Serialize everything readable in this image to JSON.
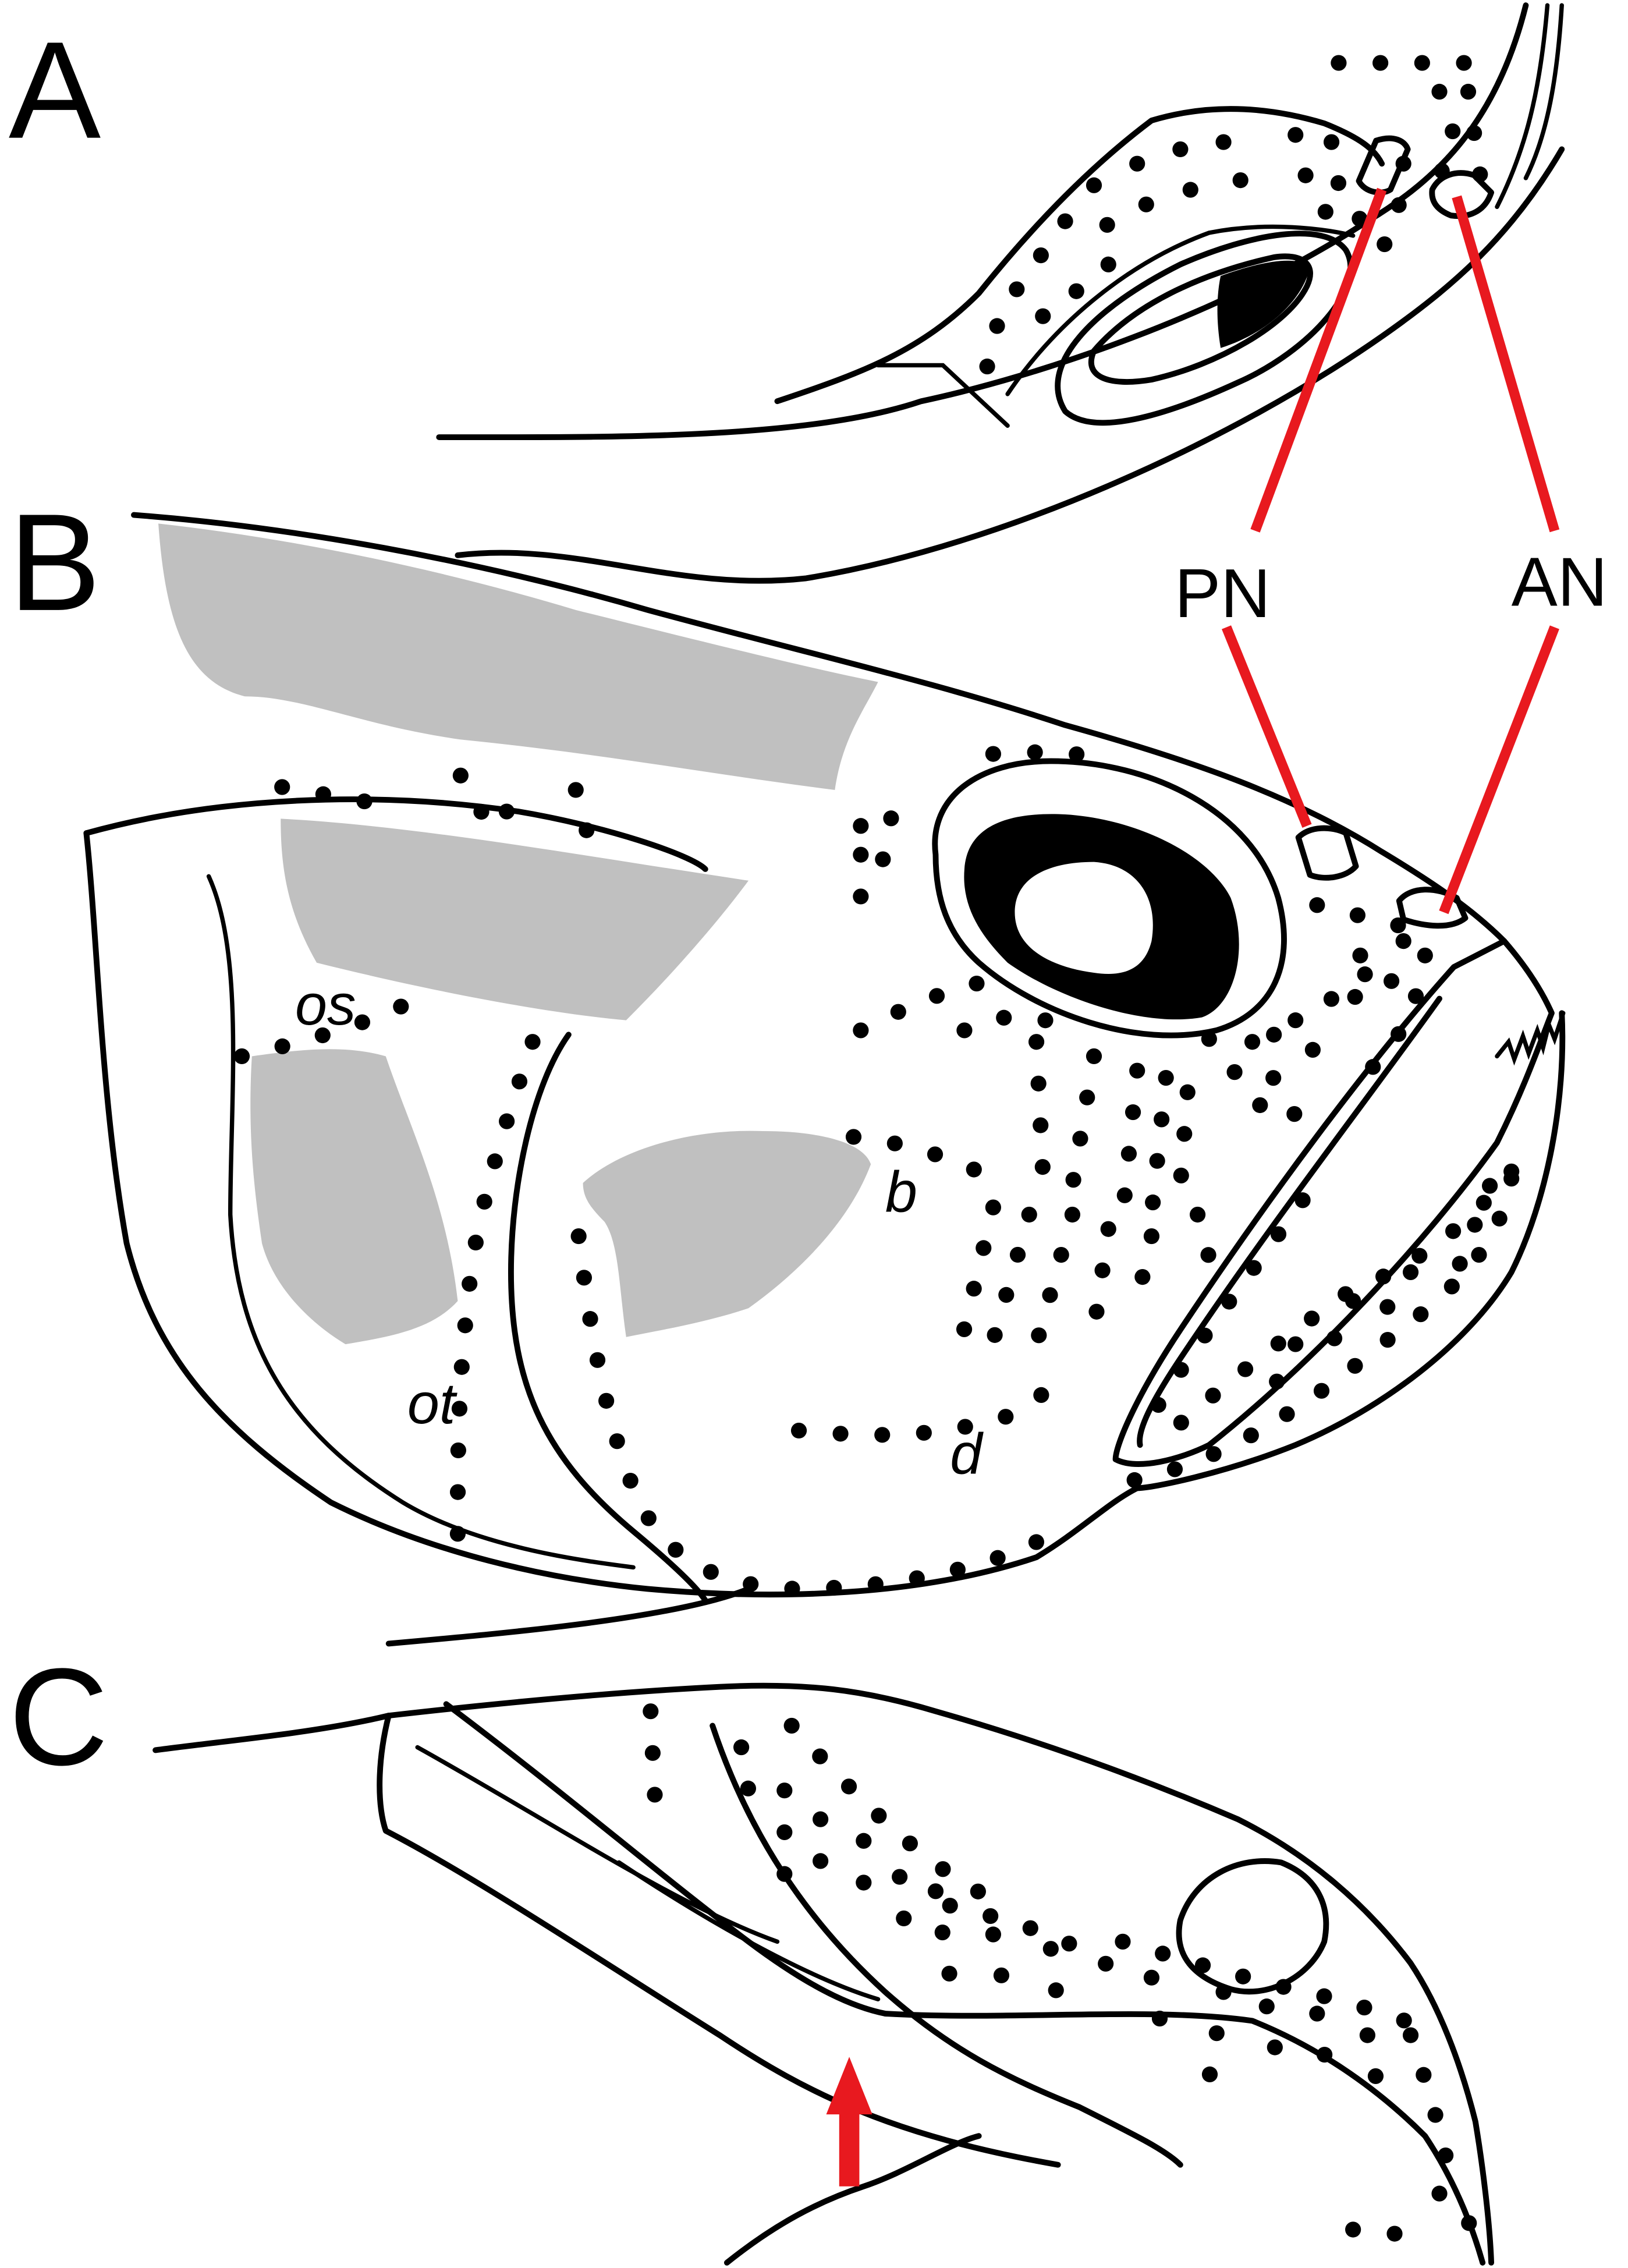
{
  "panels": {
    "a": {
      "letter": "A"
    },
    "b": {
      "letter": "B"
    },
    "c": {
      "letter": "C"
    }
  },
  "callouts": {
    "posterior_nostril": "PN",
    "anterior_nostril": "AN"
  },
  "canal_labels": {
    "os": "os",
    "ot": "ot",
    "b": "b",
    "d": "d"
  },
  "colors": {
    "line": "#000000",
    "callout": "#e8191f",
    "shading": "#c0c0c0",
    "background": "#ffffff"
  }
}
